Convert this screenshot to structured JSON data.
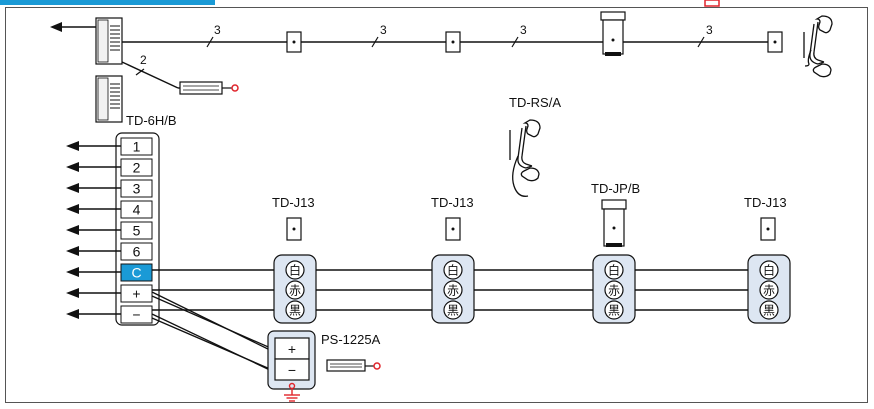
{
  "header_text": "",
  "labels": {
    "main_unit": "TD-6H/B",
    "handset": "TD-RS/A",
    "jack_1": "TD-J13",
    "jack_2": "TD-J13",
    "jack_3": "TD-JP/B",
    "jack_4": "TD-J13",
    "power_supply": "PS-1225A"
  },
  "top_wire_counts": [
    "3",
    "3",
    "3",
    "3"
  ],
  "branch_wire_count": "2",
  "terminals": [
    "1",
    "2",
    "3",
    "4",
    "5",
    "6",
    "C",
    "+",
    "−"
  ],
  "wire_colors": [
    "白",
    "赤",
    "黒"
  ],
  "power_terminals": [
    "+",
    "−"
  ],
  "colors": {
    "accent_blue": "#1a9ad6",
    "red": "#e0242b",
    "frame": "#555555"
  }
}
